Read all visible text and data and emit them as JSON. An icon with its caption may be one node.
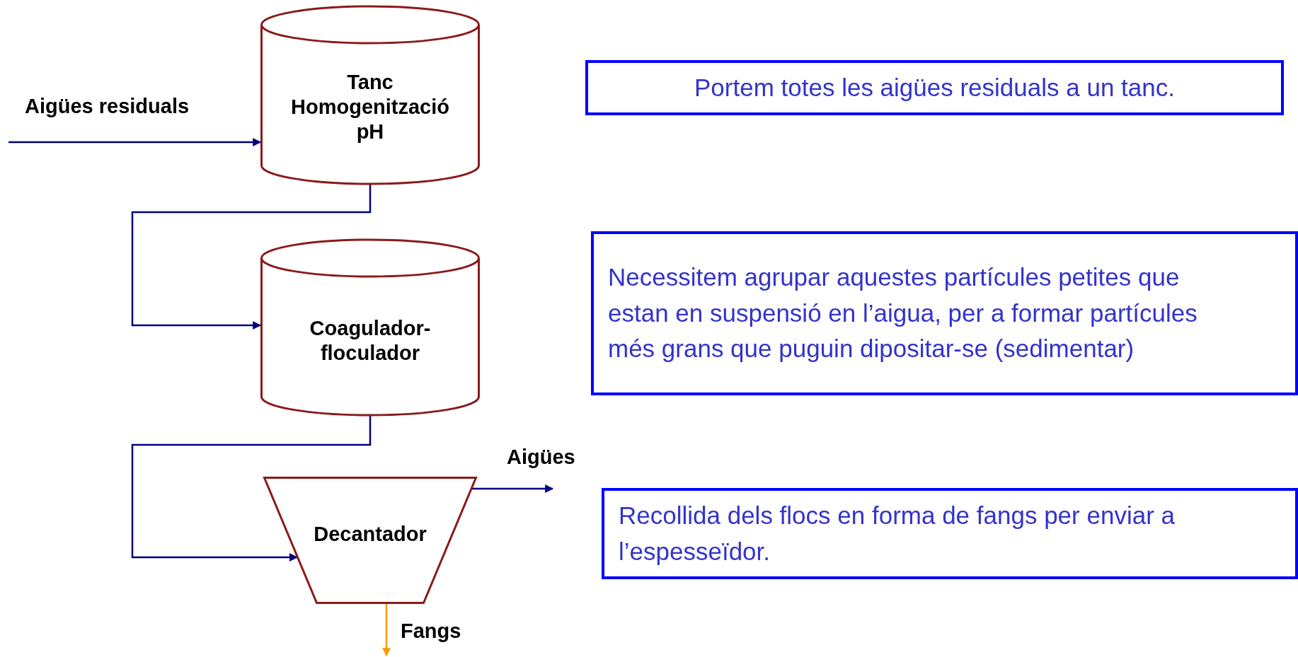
{
  "diagram": {
    "nodes": [
      {
        "text": [
          "Tanc Homogenització pH"
        ]
      },
      {
        "text": [
          "Coagulador-floculador"
        ]
      },
      {
        "text": [
          "Decantador"
        ]
      },
      {
        "text": [
          "Portem totes les aigües residuals a un tanc."
        ]
      },
      {
        "text": [
          "Necessitem agrupar aquestes partícules petites que estan en suspensió en l’aigua, per a formar partícules més grans que puguin dipositar-se (sedimentar)"
        ]
      },
      {
        "text": [
          "Recollida dels flocs en forma de fangs per enviar a l’espesseïdor."
        ]
      }
    ],
    "edges": [
      {
        "from": null,
        "to": 0,
        "arrow": "to",
        "label": "Aigües residuals"
      },
      {
        "from": 0,
        "to": 1,
        "arrow": "to"
      },
      {
        "from": 1,
        "to": 2,
        "arrow": "to"
      },
      {
        "from": 2,
        "to": null,
        "arrow": "to",
        "label": "Aigües"
      },
      {
        "from": 2,
        "to": null,
        "arrow": "to",
        "label": "Fangs",
        "color": "#ff9900"
      }
    ]
  }
}
